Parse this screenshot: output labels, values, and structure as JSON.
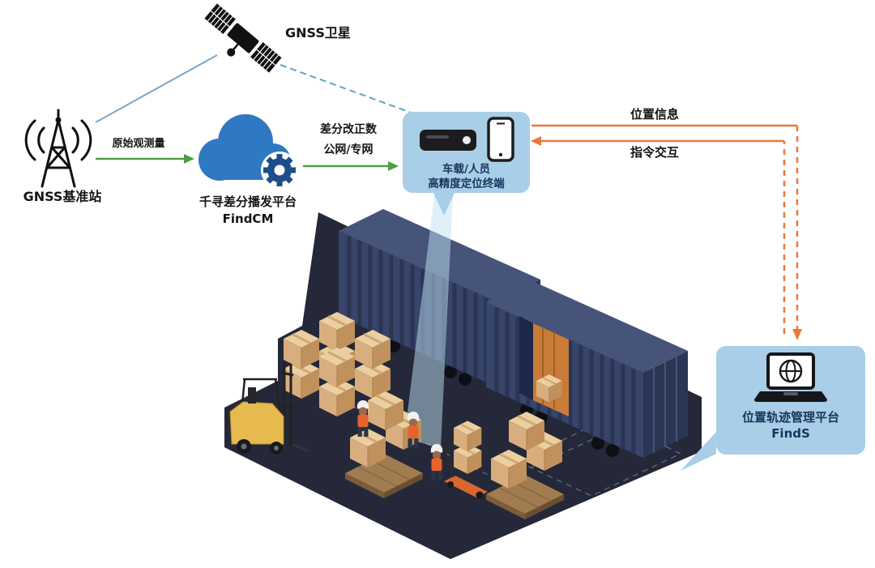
{
  "nodes": {
    "satellite": {
      "label": "GNSS卫星",
      "icon": "satellite-icon"
    },
    "base_station": {
      "label": "GNSS基准站",
      "icon": "radio-tower-icon"
    },
    "cloud_platform": {
      "title": "千寻差分播发平台",
      "product": "FindCM",
      "icon": "cloud-gear-icon"
    },
    "terminal": {
      "line1": "车载/人员",
      "line2": "高精度定位终端",
      "icons": [
        "gnss-receiver-icon",
        "smartphone-icon"
      ]
    },
    "management_platform": {
      "title": "位置轨迹管理平台",
      "product": "FindS",
      "icon": "laptop-globe-icon"
    }
  },
  "links": {
    "raw_observation": "原始观测量",
    "correction_line1": "差分改正数",
    "correction_line2": "公网/专网",
    "position_info": "位置信息",
    "command_interaction": "指令交互"
  },
  "colors": {
    "bubble_bg": "#a9cee7",
    "bubble_text": "#17365d",
    "green_arrow": "#4f9d45",
    "orange_arrow": "#e8793a",
    "satellite_line": "#7ba7c9",
    "satellite_dashed_line": "#5aa7bd",
    "cloud_blue": "#2f79c2",
    "gear_navy": "#1d4e89",
    "floor_dark": "#242839",
    "container_blue": "#37456a",
    "container_door_interior": "#c87c38",
    "carton_tan": "#d8ae7e",
    "forklift_yellow": "#e6ba4e",
    "vest_orange": "#e8622d",
    "beam_blue": "#bfe2f4"
  },
  "scene": {
    "name": "warehouse-container-yard-illustration",
    "elements": [
      "shipping-container",
      "shipping-container-open-door",
      "carton-stacks",
      "wood-pallets",
      "forklift",
      "pallet-jack",
      "workers",
      "positioning-beam"
    ]
  }
}
